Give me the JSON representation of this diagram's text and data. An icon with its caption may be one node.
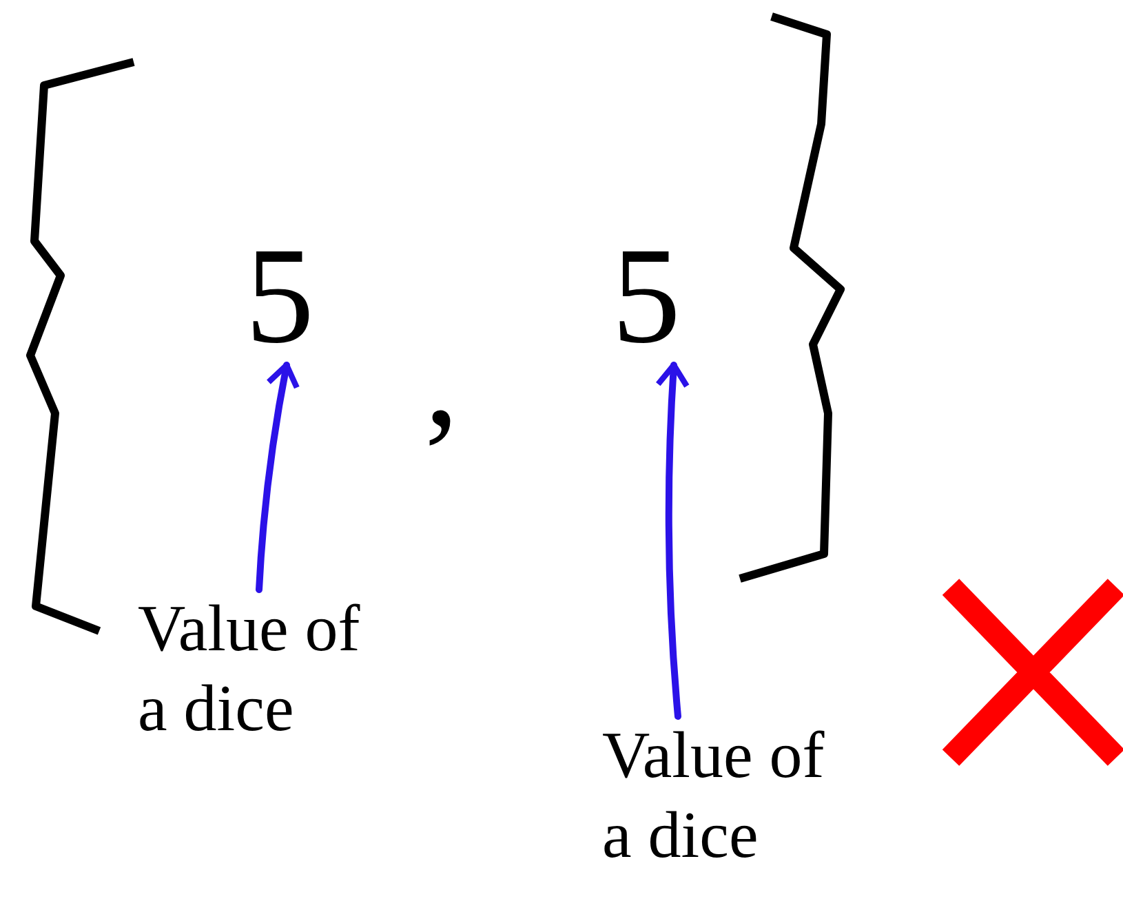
{
  "diagram": {
    "nodes": [
      {
        "text": [
          "5"
        ]
      },
      {
        "text": [
          "5"
        ]
      },
      {
        "text": [
          "Value of a dice"
        ]
      },
      {
        "text": [
          "Value of a dice"
        ]
      }
    ],
    "edges": [
      {
        "from": 2,
        "to": 0,
        "arrow": "to"
      },
      {
        "from": 3,
        "to": 1,
        "arrow": "to"
      }
    ],
    "labels": [
      ","
    ]
  }
}
